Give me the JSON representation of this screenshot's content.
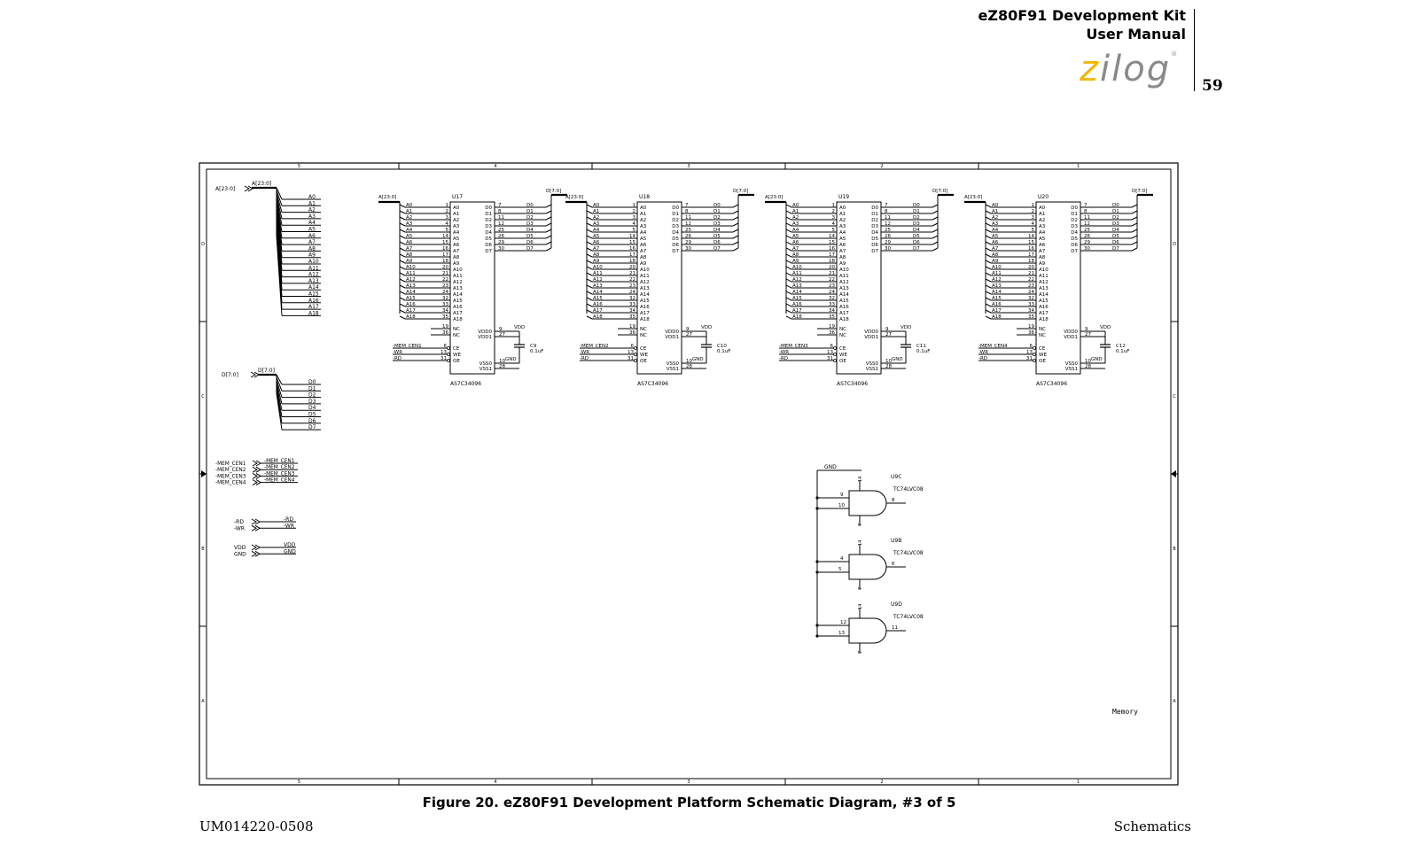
{
  "header": {
    "title_line1": "eZ80F91 Development Kit",
    "title_line2": "User Manual",
    "logo_text": "zilog",
    "page_number": "59"
  },
  "caption": "Figure 20. eZ80F91 Development Platform Schematic Diagram, #3 of 5",
  "footer": {
    "doc_id": "UM014220-0508",
    "section": "Schematics"
  },
  "schematic": {
    "zone_columns": [
      "5",
      "4",
      "3",
      "2",
      "1"
    ],
    "zone_rows": [
      "D",
      "C",
      "B",
      "A"
    ],
    "ports": {
      "addr_bus": "A[23:0]",
      "data_bus": "D[7:0]",
      "mem_cen": [
        "-MEM_CEN1",
        "-MEM_CEN2",
        "-MEM_CEN3",
        "-MEM_CEN4"
      ],
      "ctrl": [
        "-RD",
        "-WR"
      ],
      "power": [
        "VDD",
        "GND"
      ]
    },
    "addr_lines": [
      "A0",
      "A1",
      "A2",
      "A3",
      "A4",
      "A5",
      "A6",
      "A7",
      "A8",
      "A9",
      "A10",
      "A11",
      "A12",
      "A13",
      "A14",
      "A15",
      "A16",
      "A17",
      "A18"
    ],
    "data_lines": [
      "D0",
      "D1",
      "D2",
      "D3",
      "D4",
      "D5",
      "D6",
      "D7"
    ],
    "addr_pins": [
      "1",
      "2",
      "3",
      "4",
      "5",
      "14",
      "15",
      "16",
      "17",
      "18",
      "20",
      "21",
      "22",
      "23",
      "24",
      "32",
      "33",
      "34",
      "35"
    ],
    "data_pins": [
      "7",
      "8",
      "11",
      "12",
      "25",
      "26",
      "29",
      "30"
    ],
    "chip_misc": {
      "nc_pins": [
        "19",
        "36"
      ],
      "nc": "NC",
      "vdd_pins": [
        "9",
        "27"
      ],
      "vdd_labels": [
        "VDD0",
        "VDD1"
      ],
      "vss_pins": [
        "10",
        "28"
      ],
      "vss_labels": [
        "VSS0",
        "VSS1"
      ],
      "ctrl_pins": [
        "6",
        "13",
        "31"
      ],
      "ctrl_labels": [
        "CE",
        "WE",
        "OE"
      ],
      "vdd": "VDD",
      "gnd": "GND",
      "rd": "-RD",
      "wr": "-WR"
    },
    "srams": [
      {
        "ref": "U17",
        "part": "AS7C34096",
        "cen": "-MEM_CEN1",
        "cap": "C9",
        "cap_value": "0.1uF"
      },
      {
        "ref": "U18",
        "part": "AS7C34096",
        "cen": "-MEM_CEN2",
        "cap": "C10",
        "cap_value": "0.1uF"
      },
      {
        "ref": "U19",
        "part": "AS7C34096",
        "cen": "-MEM_CEN3",
        "cap": "C11",
        "cap_value": "0.1uF"
      },
      {
        "ref": "U20",
        "part": "AS7C34096",
        "cen": "-MEM_CEN4",
        "cap": "C12",
        "cap_value": "0.1uF"
      }
    ],
    "gnd_label": "GND",
    "gates": [
      {
        "ref": "U9C",
        "part": "TC74LVC08",
        "in1": "9",
        "in2": "10",
        "out": "8",
        "vcc_pin": "14",
        "gnd_pin": "7"
      },
      {
        "ref": "U9B",
        "part": "TC74LVC08",
        "in1": "4",
        "in2": "5",
        "out": "6",
        "vcc_pin": "14",
        "gnd_pin": "7"
      },
      {
        "ref": "U9D",
        "part": "TC74LVC08",
        "in1": "12",
        "in2": "13",
        "out": "11",
        "vcc_pin": "14",
        "gnd_pin": "7"
      }
    ],
    "sheet_title": "Memory"
  }
}
